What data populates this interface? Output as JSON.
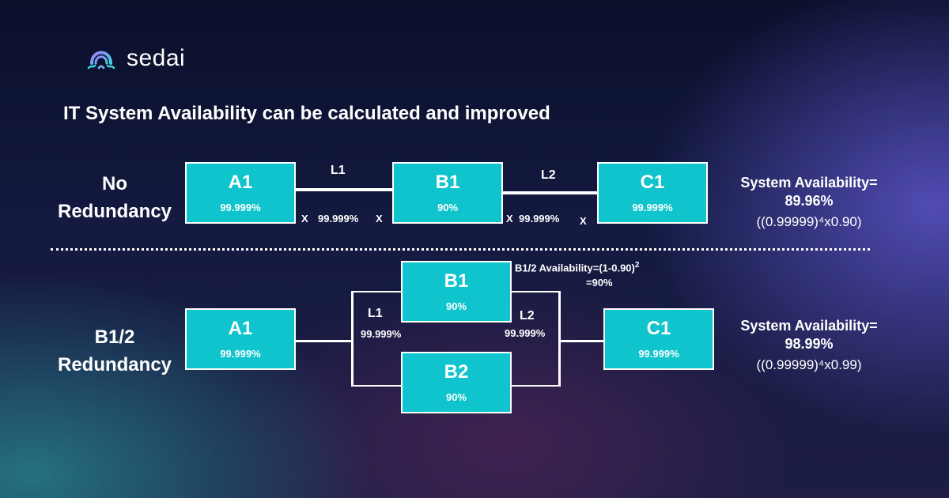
{
  "brand": {
    "name": "sedai",
    "logo_icon": "sedai-logo-icon"
  },
  "title": "IT System Availability can be calculated and improved",
  "colors": {
    "box_fill": "#0fc4cc",
    "box_border": "#ffffff",
    "text": "#ffffff"
  },
  "no_redundancy": {
    "label": "No\nRedundancy",
    "a1": {
      "name": "A1",
      "value": "99.999%"
    },
    "l1": {
      "name": "L1",
      "value": "99.999%"
    },
    "b1": {
      "name": "B1",
      "value": "90%"
    },
    "l2": {
      "name": "L2",
      "value": "99.999%"
    },
    "c1": {
      "name": "C1",
      "value": "99.999%"
    },
    "multiply": "X",
    "system_title": "System Availability=",
    "system_value": "89.96%",
    "system_formula": "((0.99999)⁴x0.90)"
  },
  "b12_redundancy": {
    "label": "B1/2\nRedundancy",
    "a1": {
      "name": "A1",
      "value": "99.999%"
    },
    "l1": {
      "name": "L1",
      "value": "99.999%"
    },
    "b1": {
      "name": "B1",
      "value": "90%"
    },
    "b2": {
      "name": "B2",
      "value": "90%"
    },
    "l2": {
      "name": "L2",
      "value": "99.999%"
    },
    "c1": {
      "name": "C1",
      "value": "99.999%"
    },
    "b12_formula_main": "B1/2 Availability=(1-0.90)",
    "b12_formula_exp": "2",
    "b12_formula_result": "=90%",
    "system_title": "System Availability=",
    "system_value": "98.99%",
    "system_formula": "((0.99999)⁴x0.99)"
  }
}
